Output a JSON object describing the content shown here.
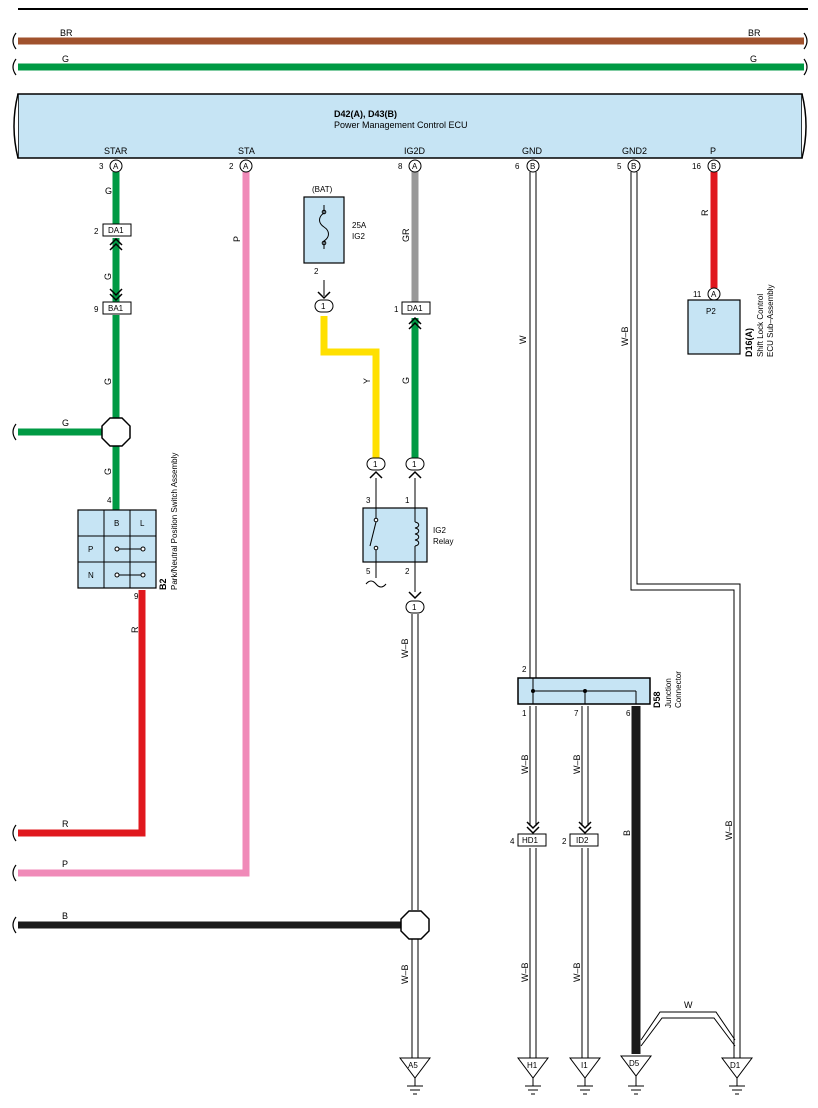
{
  "top_wires": {
    "br": "BR",
    "g": "G"
  },
  "ecu": {
    "code": "D42(A), D43(B)",
    "name": "Power Management Control ECU",
    "pins": [
      {
        "label": "STAR",
        "num": "3",
        "conn": "A"
      },
      {
        "label": "STA",
        "num": "2",
        "conn": "A"
      },
      {
        "label": "IG2D",
        "num": "8",
        "conn": "A"
      },
      {
        "label": "GND",
        "num": "6",
        "conn": "B"
      },
      {
        "label": "GND2",
        "num": "5",
        "conn": "B"
      },
      {
        "label": "P",
        "num": "16",
        "conn": "B"
      }
    ]
  },
  "wire_labels": {
    "g": "G",
    "p": "P",
    "gr": "GR",
    "w": "W",
    "wb": "W–B",
    "r": "R",
    "y": "Y",
    "b": "B"
  },
  "connectors": {
    "da1_top": {
      "pin": "2",
      "name": "DA1"
    },
    "ba1": {
      "pin": "9",
      "name": "BA1"
    },
    "da1_ig2d": {
      "pin": "1",
      "name": "DA1"
    },
    "hd1": {
      "pin": "4",
      "name": "HD1"
    },
    "id2": {
      "pin": "2",
      "name": "ID2"
    }
  },
  "fuse": {
    "source": "(BAT)",
    "rating": "25A",
    "name": "IG2",
    "pin": "2"
  },
  "relay": {
    "name": "IG2",
    "type": "Relay",
    "pin_3": "3",
    "pin_1": "1",
    "pin_5": "5",
    "pin_2": "2"
  },
  "round_pins": {
    "one": "1"
  },
  "switch": {
    "code": "B2",
    "name": "Park/Neutral Position Switch Assembly",
    "pin_top": "4",
    "pin_bottom": "9",
    "col_b": "B",
    "col_l": "L",
    "row_p": "P",
    "row_n": "N"
  },
  "shift_ecu": {
    "code": "D16(A)",
    "name_line1": "Shift Lock Control",
    "name_line2": "ECU Sub–Assembly",
    "pin": "11",
    "conn": "A",
    "term": "P2"
  },
  "junction": {
    "code": "D58",
    "name_line1": "Junction",
    "name_line2": "Connector",
    "pin_in": "2",
    "pin_1": "1",
    "pin_7": "7",
    "pin_6": "6"
  },
  "grounds": [
    "A5",
    "H1",
    "I1",
    "D5",
    "D1"
  ],
  "left_wires": {
    "g": "G",
    "r": "R",
    "p": "P",
    "b": "B"
  },
  "colors": {
    "brown": "#a0522d",
    "green": "#009a44",
    "pink": "#f08ab8",
    "gray": "#999999",
    "red": "#e0181e",
    "yellow": "#ffe000",
    "black": "#1a1a1a",
    "ecu_fill": "#c6e4f4"
  }
}
